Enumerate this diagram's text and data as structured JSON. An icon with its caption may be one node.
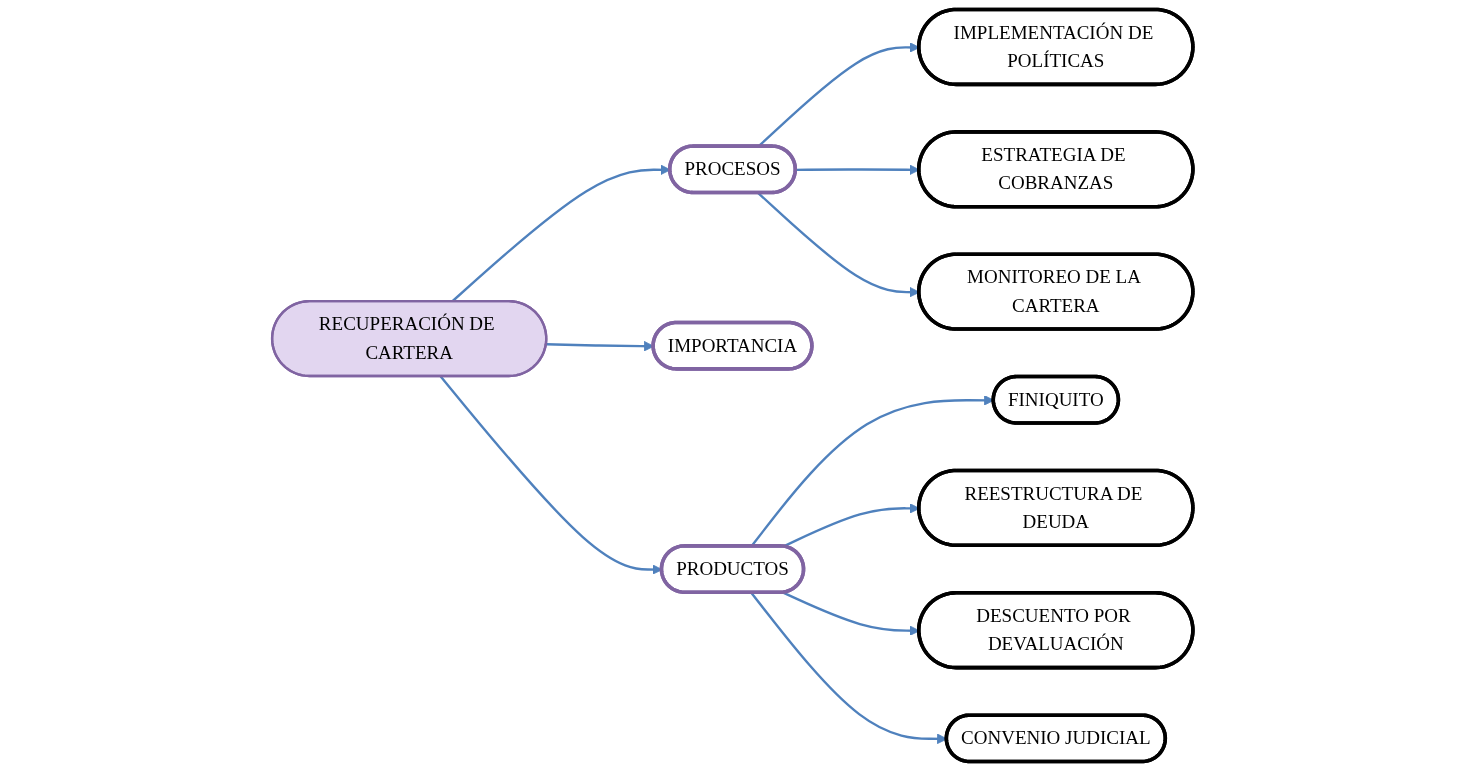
{
  "diagram": {
    "nodes": [
      {
        "text": [
          "IMPLEMENTACIÓN DE POLÍTICAS"
        ]
      },
      {
        "text": [
          "ESTRATEGIA DE COBRANZAS"
        ]
      },
      {
        "text": [
          "MONITOREO DE LA CARTERA"
        ]
      },
      {
        "text": [
          "FINIQUITO"
        ]
      },
      {
        "text": [
          "PROCESOS"
        ]
      },
      {
        "text": [
          "REESTRUCTURA DE DEUDA"
        ]
      },
      {
        "text": [
          "RECUPERACIÓN DE CARTERA"
        ]
      },
      {
        "text": [
          "PRODUCTOS"
        ]
      },
      {
        "text": [
          "DESCUENTO POR DEVALUACIÓN"
        ]
      },
      {
        "text": [
          "IMPORTANCIA"
        ]
      },
      {
        "text": [
          "CONVENIO JUDICIAL"
        ]
      }
    ],
    "edges": [
      {
        "from": 6,
        "to": 4,
        "arrow": "to"
      },
      {
        "from": 6,
        "to": 9,
        "arrow": "to"
      },
      {
        "from": 4,
        "to": 0,
        "arrow": "to"
      },
      {
        "from": 4,
        "to": 1,
        "arrow": "to"
      },
      {
        "from": 4,
        "to": 2,
        "arrow": "to"
      },
      {
        "from": 6,
        "to": 7,
        "arrow": "to"
      },
      {
        "from": 7,
        "to": 3,
        "arrow": "to"
      },
      {
        "from": 7,
        "to": 5,
        "arrow": "to"
      },
      {
        "from": 7,
        "to": 8,
        "arrow": "to"
      },
      {
        "from": 7,
        "to": 10,
        "arrow": "to"
      }
    ]
  }
}
